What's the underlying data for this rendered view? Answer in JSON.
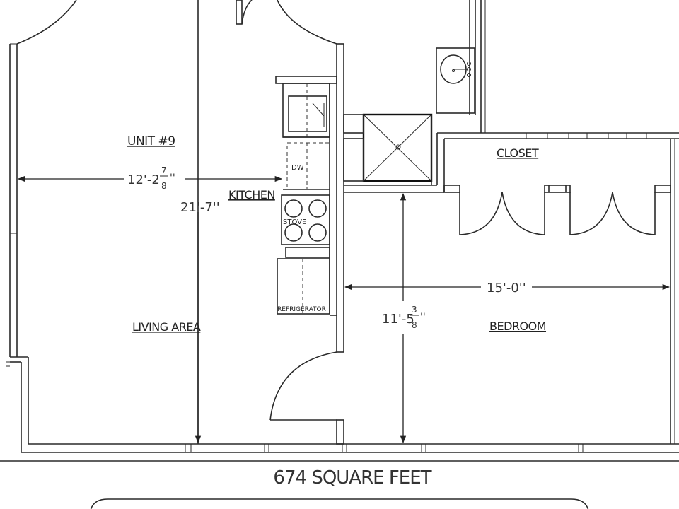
{
  "plan": {
    "unit_label": "UNIT #9",
    "total_area": "674 SQUARE FEET"
  },
  "rooms": {
    "living_area": "LIVING AREA",
    "kitchen": "KITCHEN",
    "bedroom": "BEDROOM",
    "closet": "CLOSET"
  },
  "fixtures": {
    "dishwasher": "DW",
    "stove": "STOVE",
    "refrigerator": "REFRIGERATOR"
  },
  "dimensions": {
    "living_width": {
      "main": "12'-2",
      "num": "7",
      "den": "8",
      "tail": "''"
    },
    "living_length": "21'-7''",
    "bedroom_width": "15'-0''",
    "bedroom_depth": {
      "main": "11'-5",
      "num": "3",
      "den": "8",
      "tail": "''"
    }
  }
}
